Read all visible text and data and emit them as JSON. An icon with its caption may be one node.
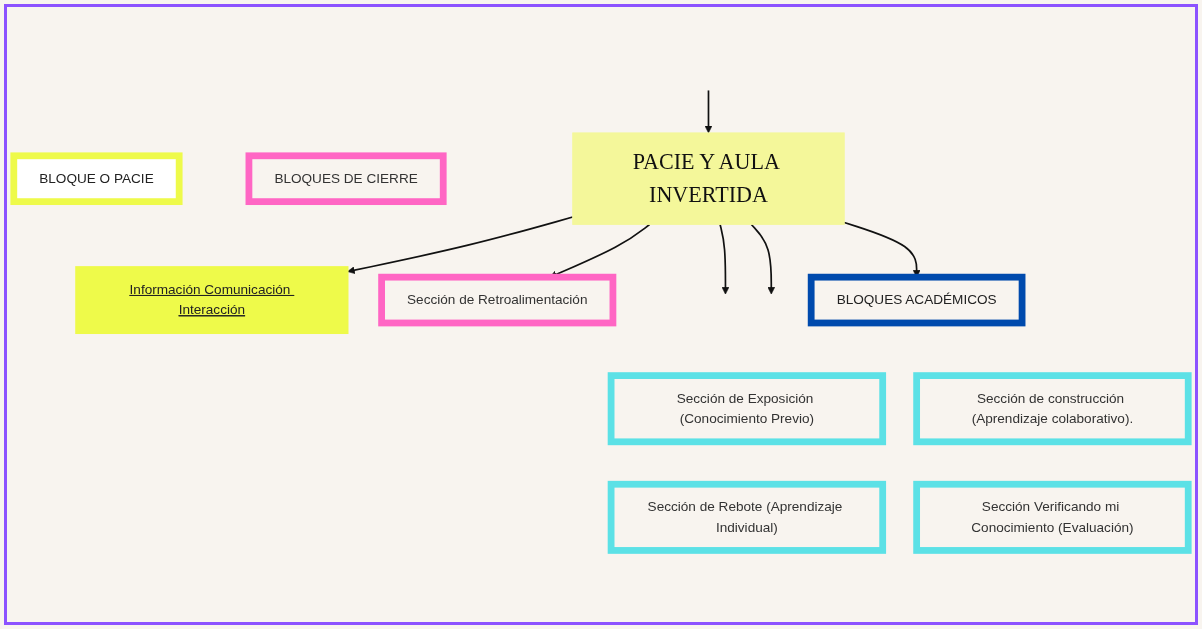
{
  "diagram": {
    "nodes": [
      {
        "text": [
          "BLOQUE O PACIE"
        ]
      },
      {
        "text": [
          "Información Comunicación Interacción"
        ]
      },
      {
        "text": [
          "BLOQUES DE CIERRE"
        ]
      },
      {
        "text": [
          "Sección de Retroalimentación"
        ]
      },
      {
        "text": [
          "PACIE Y AULA INVERTIDA"
        ]
      },
      {
        "text": [
          "Sección de Exposición (Conocimiento Previo)"
        ]
      },
      {
        "text": [
          "BLOQUES ACADÉMICOS"
        ]
      },
      {
        "text": [
          "Sección de construcción (Aprendizaje colaborativo)."
        ]
      },
      {
        "text": [
          "Sección de Rebote (Aprendizaje Individual)"
        ]
      },
      {
        "text": [
          "Sección Verificando mi Conocimiento (Evaluación)"
        ]
      }
    ],
    "edges": [
      {
        "from": null,
        "to": 4,
        "arrow": "to"
      },
      {
        "from": 4,
        "to": 1,
        "arrow": "to"
      },
      {
        "from": 4,
        "to": 3,
        "arrow": "to"
      },
      {
        "from": 4,
        "to": null,
        "arrow": "to"
      },
      {
        "from": 4,
        "to": null,
        "arrow": "to"
      },
      {
        "from": 4,
        "to": 6,
        "arrow": "to"
      }
    ]
  }
}
